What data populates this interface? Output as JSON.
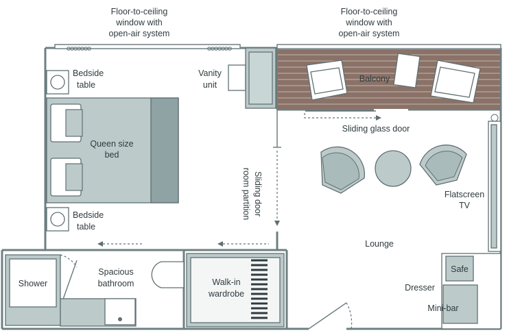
{
  "labels": {
    "window_left": [
      "Floor-to-ceiling",
      "window with",
      "open-air system"
    ],
    "window_right": [
      "Floor-to-ceiling",
      "window with",
      "open-air system"
    ],
    "bedside_top": [
      "Bedside",
      "table"
    ],
    "bedside_bottom": [
      "Bedside",
      "table"
    ],
    "vanity": [
      "Vanity",
      "unit"
    ],
    "balcony": "Balcony",
    "queen_bed": [
      "Queen size",
      "bed"
    ],
    "sliding_glass_door": "Sliding glass door",
    "sliding_partition": [
      "Sliding door",
      "room partition"
    ],
    "flatscreen": [
      "Flatscreen",
      "TV"
    ],
    "lounge": "Lounge",
    "shower": "Shower",
    "bathroom": [
      "Spacious",
      "bathroom"
    ],
    "wardrobe": [
      "Walk-in",
      "wardrobe"
    ],
    "safe": "Safe",
    "dresser": "Dresser",
    "minibar": "Mini-bar"
  },
  "colors": {
    "wall": "#6f7f82",
    "furniture": "#bccaca",
    "balcony_deck": "#8a7268",
    "text": "#2f3b3f"
  }
}
